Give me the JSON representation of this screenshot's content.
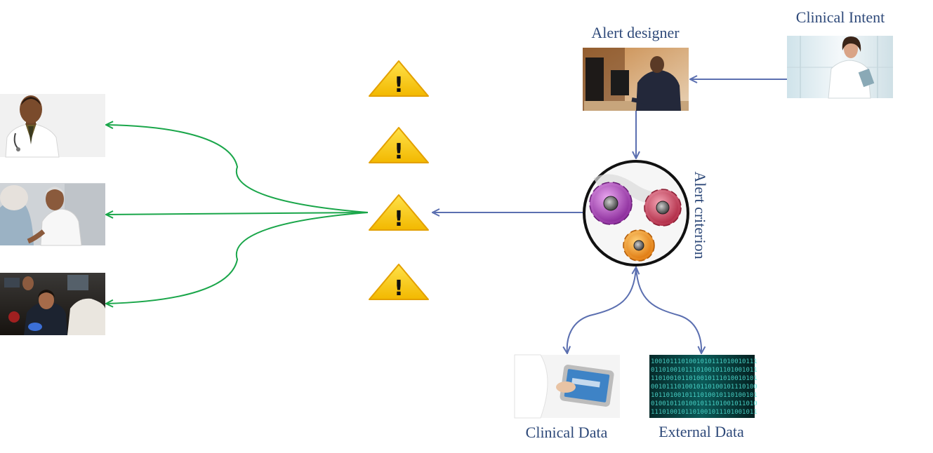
{
  "labels": {
    "clinical_intent": "Clinical Intent",
    "alert_designer": "Alert designer",
    "alert_criterion": "Alert criterion",
    "clinical_data": "Clinical Data",
    "external_data": "External Data"
  },
  "alert_symbol": "!",
  "colors": {
    "label_text": "#2f4a7a",
    "blue_arrow": "#5b6fb0",
    "green_arrow": "#1aa64a",
    "warning_fill": "#f5c400",
    "warning_edge": "#e3a000"
  },
  "icons": [
    "doctor-photo-icon",
    "doctor-with-patient-photo-icon",
    "paramedic-photo-icon",
    "warning-triangle-icon",
    "alert-designer-photo-icon",
    "clinical-intent-doctor-photo-icon",
    "gears-icon",
    "tablet-clinical-data-photo-icon",
    "binary-data-photo-icon"
  ]
}
